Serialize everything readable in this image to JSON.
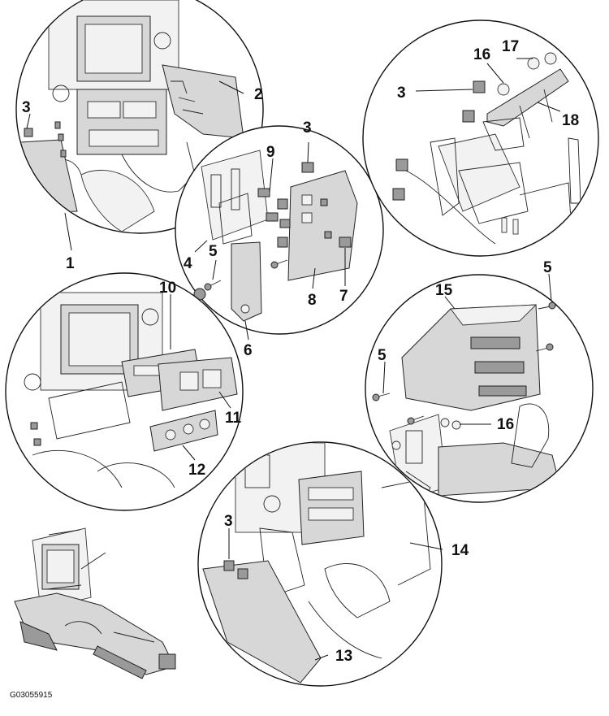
{
  "figure_id": "G03055915",
  "callouts": [
    "1",
    "2",
    "3",
    "3",
    "3",
    "3",
    "4",
    "5",
    "5",
    "5",
    "6",
    "7",
    "8",
    "9",
    "10",
    "11",
    "12",
    "13",
    "14",
    "15",
    "16",
    "16",
    "17",
    "18"
  ]
}
